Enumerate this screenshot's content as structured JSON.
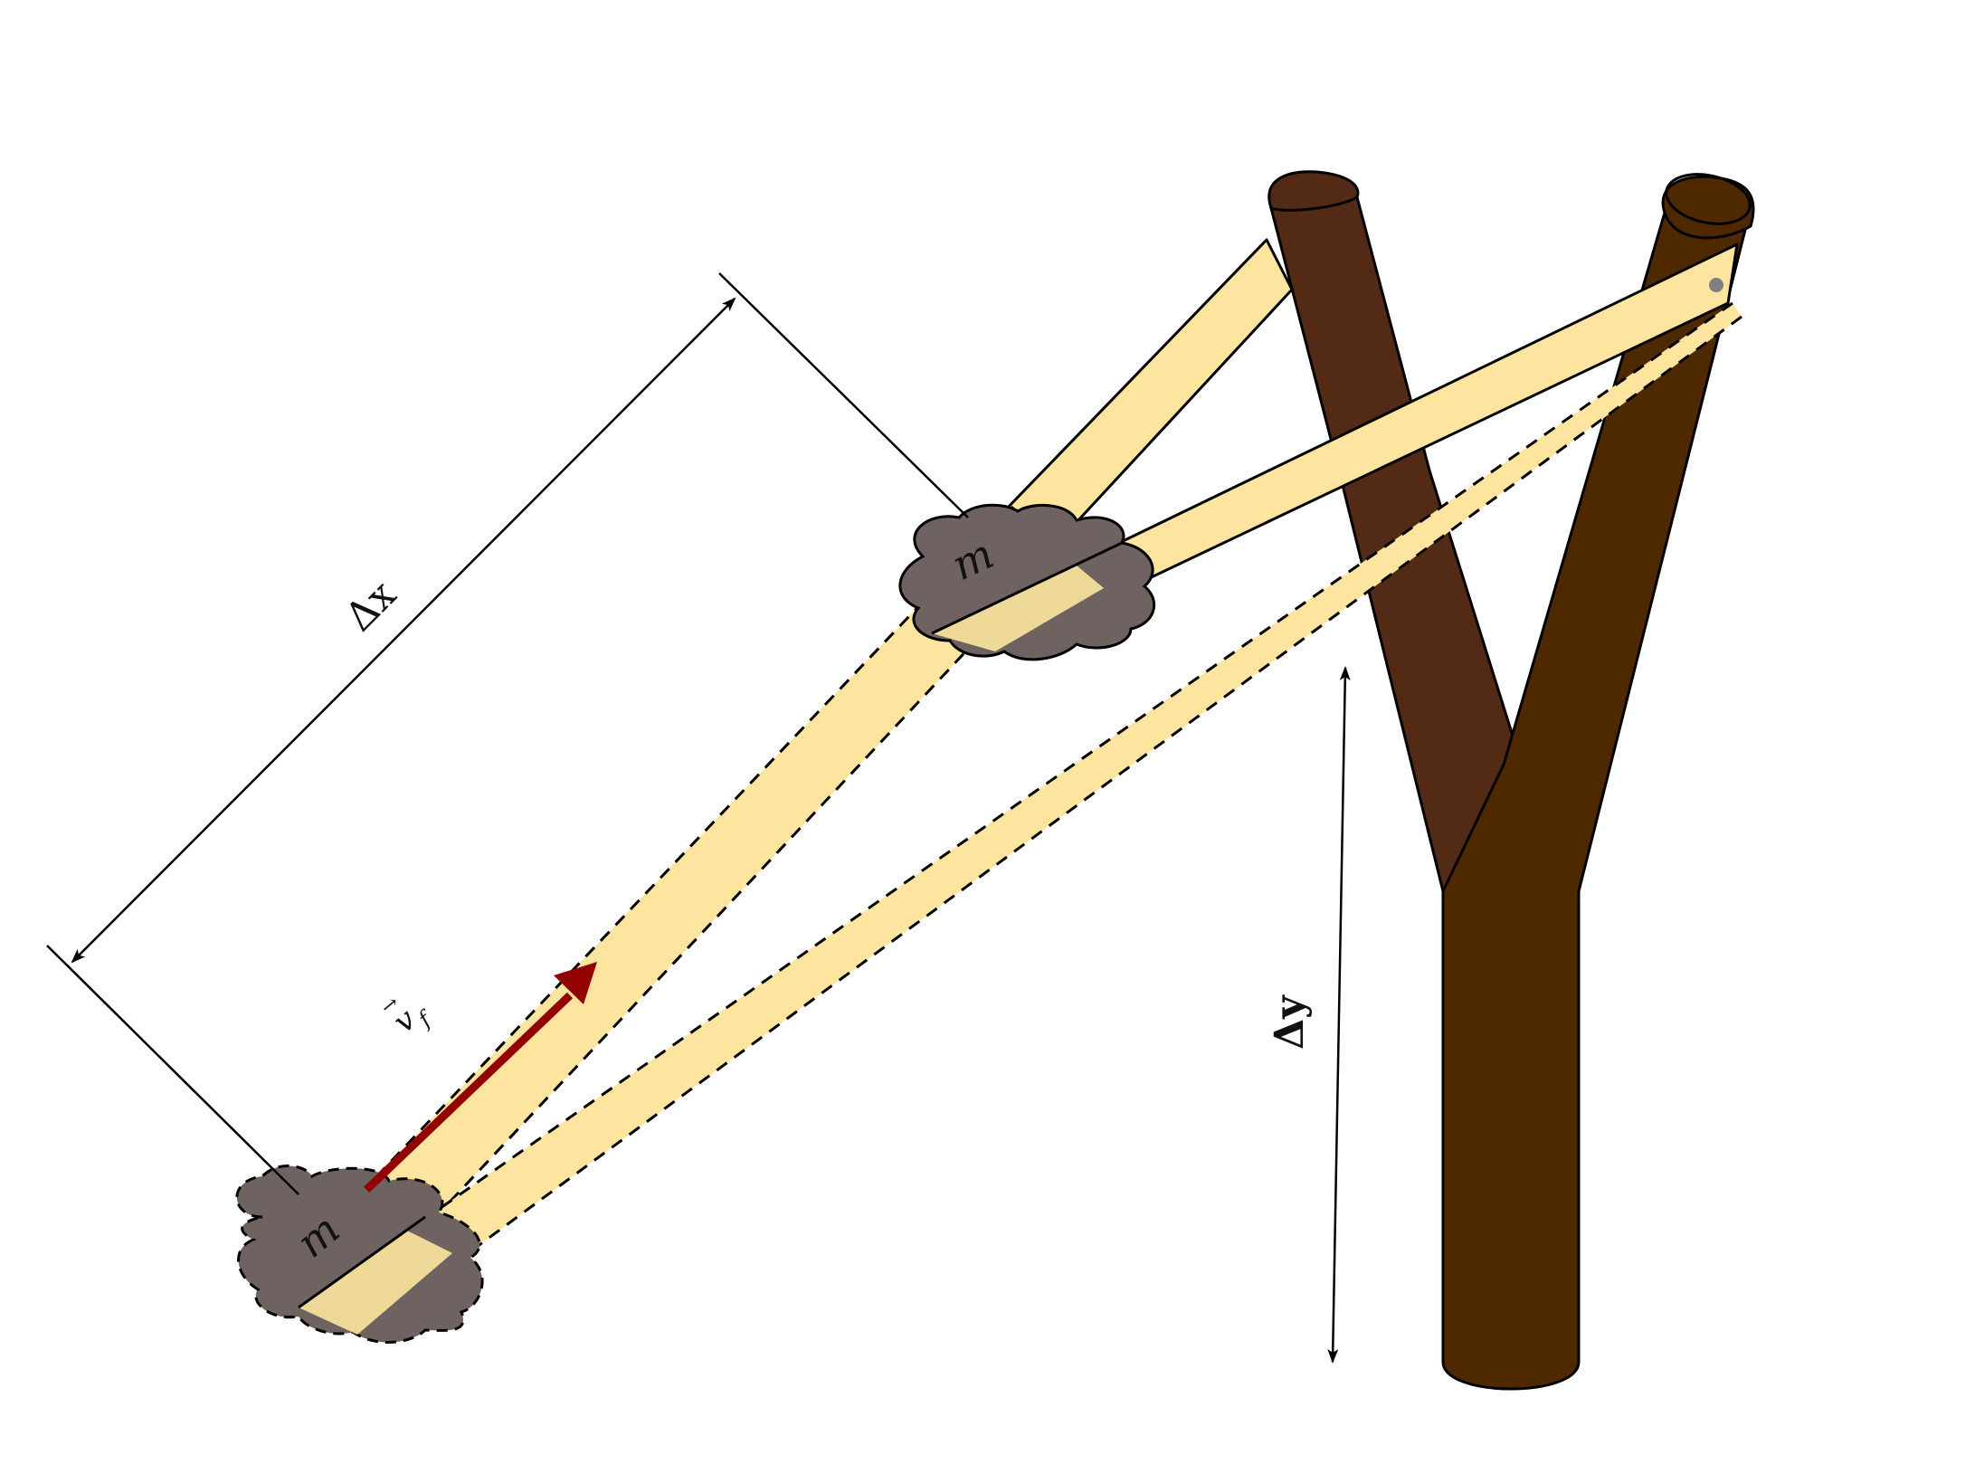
{
  "labels": {
    "mass_final": "m",
    "mass_initial": "m",
    "delta_x": "Δx",
    "delta_y": "Δy",
    "velocity": "v",
    "velocity_subscript": "f",
    "velocity_arrow_accent": "→"
  },
  "colors": {
    "trunk": "#4e2900",
    "trunk_left_arm": "#532a15",
    "band": "#fde59f",
    "mass": "#6f6362",
    "velocity_arrow": "#930000",
    "outline": "#000000",
    "pivot_dot": "#808080"
  }
}
